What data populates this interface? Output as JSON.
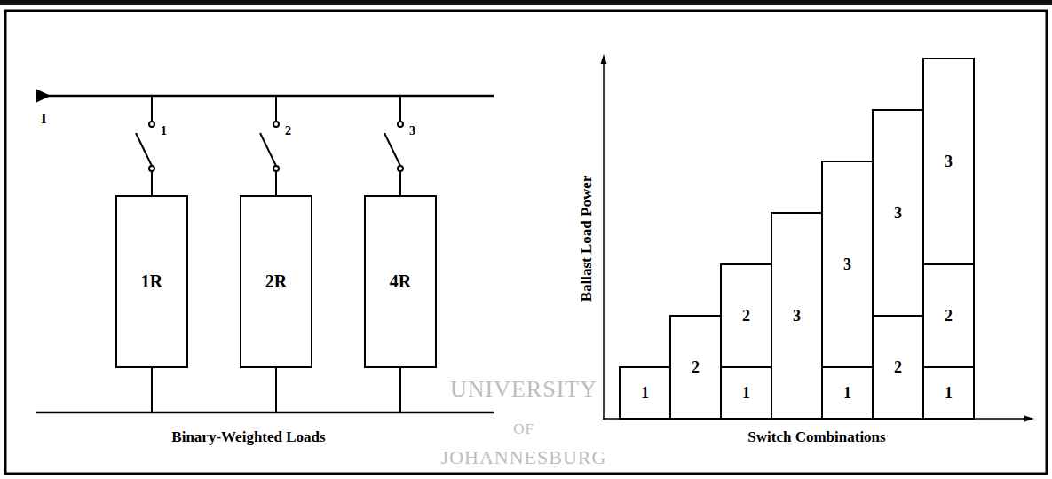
{
  "diagram": {
    "nodes": [
      {
        "text": [
          "1R"
        ]
      },
      {
        "text": [
          "2R"
        ]
      },
      {
        "text": [
          "4R"
        ]
      },
      {
        "text": [
          "1"
        ]
      },
      {
        "text": [
          "2"
        ]
      },
      {
        "text": [
          "2"
        ]
      },
      {
        "text": [
          "1"
        ]
      },
      {
        "text": [
          "3"
        ]
      },
      {
        "text": [
          "3"
        ]
      },
      {
        "text": [
          "1"
        ]
      },
      {
        "text": [
          "3"
        ]
      },
      {
        "text": [
          "2"
        ]
      },
      {
        "text": [
          "3"
        ]
      },
      {
        "text": [
          "2"
        ]
      },
      {
        "text": [
          "1"
        ]
      }
    ],
    "labels": [
      "I",
      "1",
      "2",
      "3",
      "Binary-Weighted Loads",
      "Ballast Load Power",
      "Switch Combinations",
      "UNIVERSITY",
      "OF",
      "JOHANNESBURG"
    ]
  }
}
